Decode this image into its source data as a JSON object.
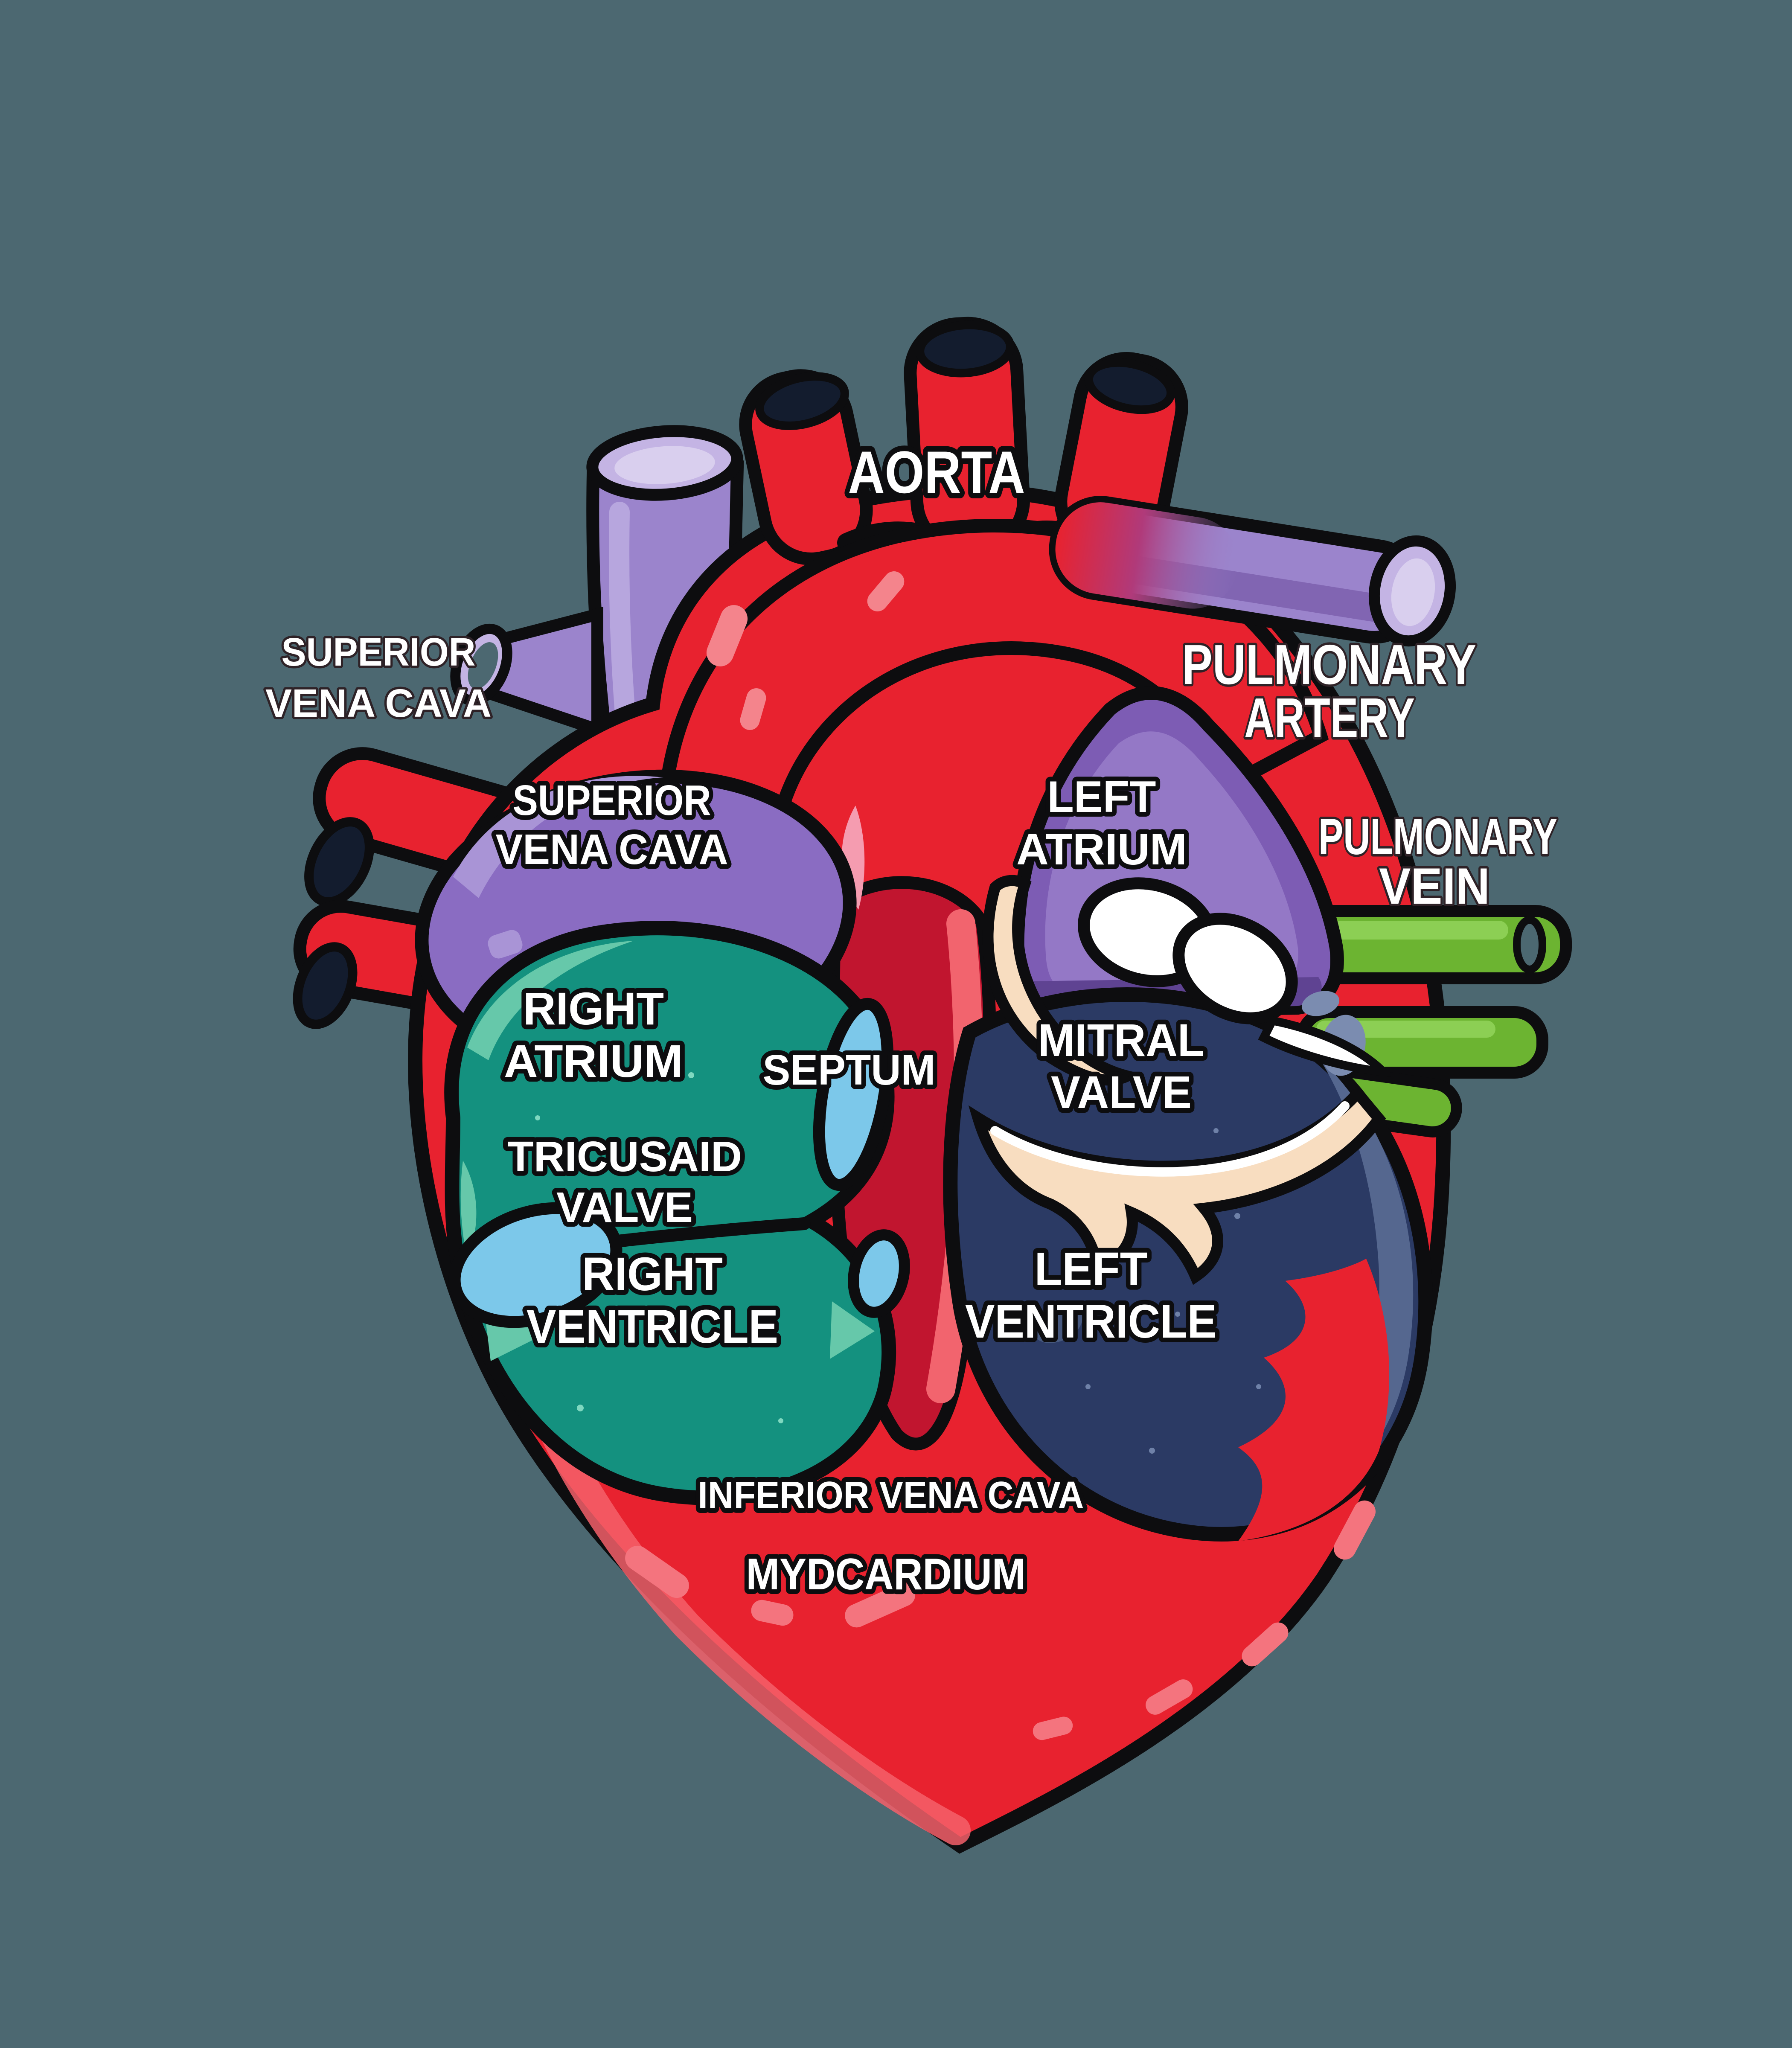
{
  "title": "Cartoon human heart anatomy diagram",
  "background_color": "#4c6871",
  "colors": {
    "artery_red": "#e8222f",
    "deep_red": "#c1152f",
    "dark_red_patch": "#a80f26",
    "salmon": "#f4606a",
    "light_salmon": "#f4848c",
    "rose_pink": "#f59cb0",
    "purple_vessel": "#9b84cc",
    "purple_vessel_light": "#c4b4e4",
    "purple_vessel_lighter": "#d9cfee",
    "purple_vessel_shade": "#8165b2",
    "purple_atrium_right": "#8a6cc2",
    "purple_atrium_right_light": "#a994d6",
    "purple_atrium_left": "#7d5cb4",
    "purple_atrium_left_light": "#9478c6",
    "purple_atrium_left_shade": "#5f4392",
    "teal_chamber": "#14917f",
    "teal_light": "#66c8aa",
    "teal_speckle": "#7fd8c0",
    "navy_chamber": "#2b3a64",
    "navy_light_band": "#55678f",
    "navy_blob": "#7b8cb0",
    "green_vein": "#6cb431",
    "green_vein_light": "#8ccf54",
    "light_blue_valve": "#7cc8ea",
    "cream_valve": "#f8ddc0",
    "white": "#ffffff",
    "outline_black": "#0d0d0f",
    "tube_hole_dark": "#131c2e"
  },
  "labels": {
    "aorta": {
      "text": "AORTA"
    },
    "svc_outer": {
      "line1": "SUPERIOR",
      "line2": "VENA CAVA"
    },
    "svc_inner": {
      "line1": "SUPERIOR",
      "line2": "VENA CAVA"
    },
    "pulmonary_artery": {
      "line1": "PULMONARY",
      "line2": "ARTERY"
    },
    "pulmonary_vein": {
      "line1": "PULMONARY",
      "line2": "VEIN"
    },
    "left_atrium": {
      "line1": "LEFT",
      "line2": "ATRIUM"
    },
    "right_atrium": {
      "line1": "RIGHT",
      "line2": "ATRIUM"
    },
    "septum": {
      "text": "SEPTUM"
    },
    "mitral_valve": {
      "line1": "MITRAL",
      "line2": "VALVE"
    },
    "tricuspid_valve": {
      "line1": "TRICUSAID",
      "line2": "VALVE"
    },
    "right_ventricle": {
      "line1": "RIGHT",
      "line2": "VENTRICLE"
    },
    "left_ventricle": {
      "line1": "LEFT",
      "line2": "VENTRICLE"
    },
    "inferior_vena_cava": {
      "text": "INFERIOR VENA CAVA"
    },
    "myocardium": {
      "text": "MYDCARDIUM"
    }
  }
}
